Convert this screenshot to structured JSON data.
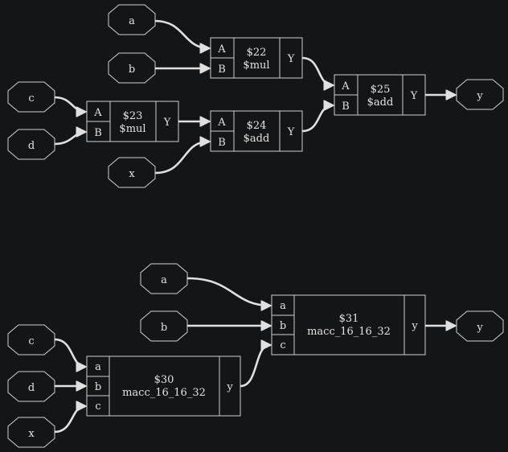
{
  "diagram": {
    "top": {
      "inputs": {
        "a": "a",
        "b": "b",
        "c": "c",
        "d": "d",
        "x": "x"
      },
      "output": "y",
      "cells": {
        "c22": {
          "id": "$22",
          "op": "$mul",
          "in": [
            "A",
            "B"
          ],
          "out": "Y"
        },
        "c23": {
          "id": "$23",
          "op": "$mul",
          "in": [
            "A",
            "B"
          ],
          "out": "Y"
        },
        "c24": {
          "id": "$24",
          "op": "$add",
          "in": [
            "A",
            "B"
          ],
          "out": "Y"
        },
        "c25": {
          "id": "$25",
          "op": "$add",
          "in": [
            "A",
            "B"
          ],
          "out": "Y"
        }
      }
    },
    "bottom": {
      "inputs": {
        "a": "a",
        "b": "b",
        "c": "c",
        "d": "d",
        "x": "x"
      },
      "output": "y",
      "cells": {
        "c31": {
          "id": "$31",
          "op": "macc_16_16_32",
          "in": [
            "a",
            "b",
            "c"
          ],
          "out": "y"
        },
        "c30": {
          "id": "$30",
          "op": "macc_16_16_32",
          "in": [
            "a",
            "b",
            "c"
          ],
          "out": "y"
        }
      }
    }
  }
}
